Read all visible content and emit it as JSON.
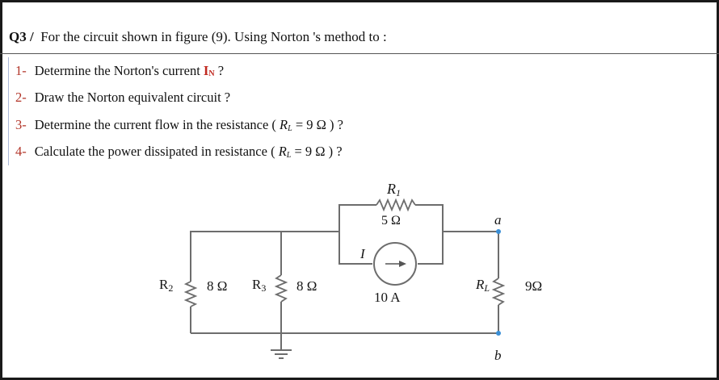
{
  "question": {
    "number": "Q3 /",
    "text": "For the circuit shown in figure (9). Using Norton 's method to :"
  },
  "items": [
    {
      "num": "1-",
      "text": "Determine the Norton's current ",
      "symbol": "I",
      "symbol_sub": "N",
      "end": " ?"
    },
    {
      "num": "2-",
      "text": "Draw the Norton equivalent circuit ?"
    },
    {
      "num": "3-",
      "text": "Determine the current flow in the resistance  ( ",
      "math": "R",
      "math_sub": "L",
      "rest": " = 9 Ω ) ?"
    },
    {
      "num": "4-",
      "text": "Calculate the power dissipated in resistance  ( ",
      "math": "R",
      "math_sub": "L",
      "rest": " = 9 Ω ) ?"
    }
  ],
  "circuit": {
    "r1": {
      "label": "R",
      "sub": "1",
      "value": "5 Ω"
    },
    "r2": {
      "label": "R",
      "sub": "2",
      "value": "8 Ω"
    },
    "r3": {
      "label": "R",
      "sub": "3",
      "value": "8 Ω"
    },
    "rl": {
      "label": "R",
      "sub": "L",
      "value": "9Ω"
    },
    "source": {
      "label": "I",
      "value": "10 A"
    },
    "terminal_a": "a",
    "terminal_b": "b",
    "colors": {
      "wire": "#6d6d6d",
      "terminal": "#3a8fd6"
    }
  }
}
